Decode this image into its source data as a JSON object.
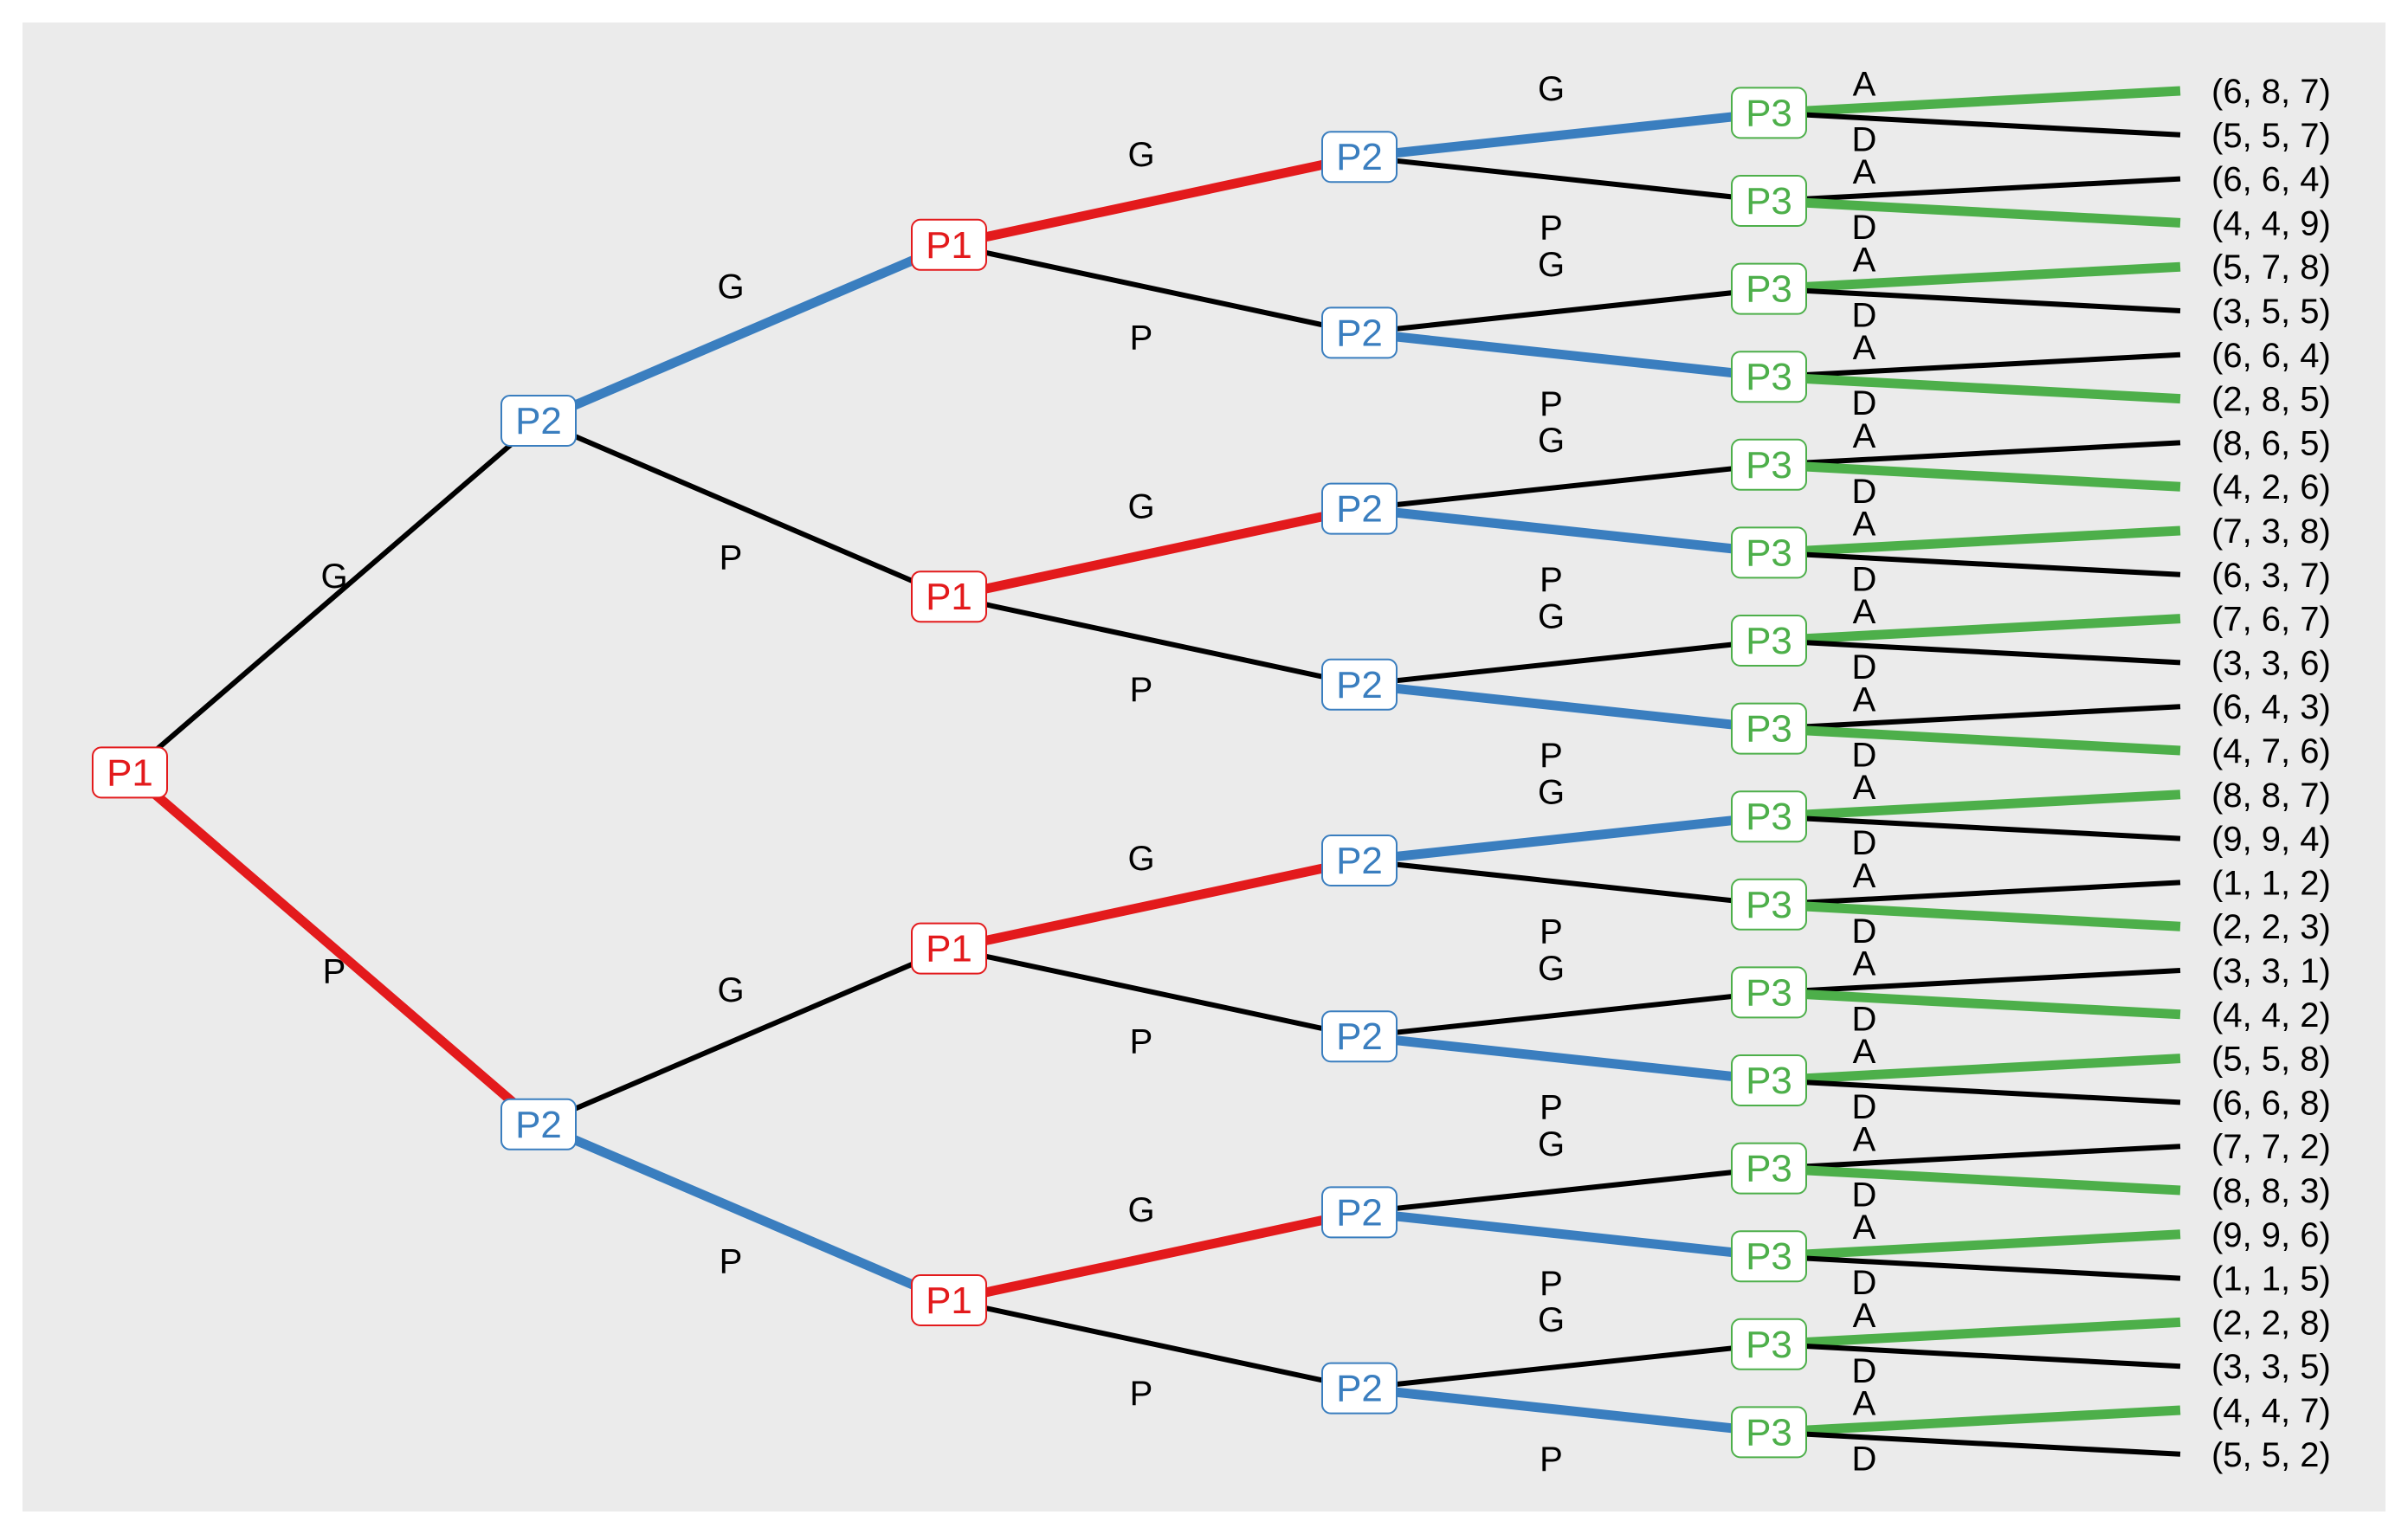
{
  "colors": {
    "background": "#ebebeb",
    "P1": "#e31a1c",
    "P2": "#3a7ebf",
    "P3": "#4daf4a",
    "edge": "#000000"
  },
  "tree": {
    "player": "P1",
    "children": [
      {
        "action": "G",
        "node": {
          "player": "P2",
          "children": [
            {
              "action": "G",
              "node": {
                "player": "P1",
                "children": [
                  {
                    "action": "G",
                    "node": {
                      "player": "P2",
                      "children": [
                        {
                          "action": "G",
                          "node": {
                            "player": "P3",
                            "children": [
                              {
                                "action": "A",
                                "payoff": "(6, 8, 7)"
                              },
                              {
                                "action": "D",
                                "payoff": "(5, 5, 7)"
                              }
                            ]
                          }
                        },
                        {
                          "action": "P",
                          "node": {
                            "player": "P3",
                            "children": [
                              {
                                "action": "A",
                                "payoff": "(6, 6, 4)"
                              },
                              {
                                "action": "D",
                                "payoff": "(4, 4, 9)"
                              }
                            ]
                          }
                        }
                      ]
                    }
                  },
                  {
                    "action": "P",
                    "node": {
                      "player": "P2",
                      "children": [
                        {
                          "action": "G",
                          "node": {
                            "player": "P3",
                            "children": [
                              {
                                "action": "A",
                                "payoff": "(5, 7, 8)"
                              },
                              {
                                "action": "D",
                                "payoff": "(3, 5, 5)"
                              }
                            ]
                          }
                        },
                        {
                          "action": "P",
                          "node": {
                            "player": "P3",
                            "children": [
                              {
                                "action": "A",
                                "payoff": "(6, 6, 4)"
                              },
                              {
                                "action": "D",
                                "payoff": "(2, 8, 5)"
                              }
                            ]
                          }
                        }
                      ]
                    }
                  }
                ]
              }
            },
            {
              "action": "P",
              "node": {
                "player": "P1",
                "children": [
                  {
                    "action": "G",
                    "node": {
                      "player": "P2",
                      "children": [
                        {
                          "action": "G",
                          "node": {
                            "player": "P3",
                            "children": [
                              {
                                "action": "A",
                                "payoff": "(8, 6, 5)"
                              },
                              {
                                "action": "D",
                                "payoff": "(4, 2, 6)"
                              }
                            ]
                          }
                        },
                        {
                          "action": "P",
                          "node": {
                            "player": "P3",
                            "children": [
                              {
                                "action": "A",
                                "payoff": "(7, 3, 8)"
                              },
                              {
                                "action": "D",
                                "payoff": "(6, 3, 7)"
                              }
                            ]
                          }
                        }
                      ]
                    }
                  },
                  {
                    "action": "P",
                    "node": {
                      "player": "P2",
                      "children": [
                        {
                          "action": "G",
                          "node": {
                            "player": "P3",
                            "children": [
                              {
                                "action": "A",
                                "payoff": "(7, 6, 7)"
                              },
                              {
                                "action": "D",
                                "payoff": "(3, 3, 6)"
                              }
                            ]
                          }
                        },
                        {
                          "action": "P",
                          "node": {
                            "player": "P3",
                            "children": [
                              {
                                "action": "A",
                                "payoff": "(6, 4, 3)"
                              },
                              {
                                "action": "D",
                                "payoff": "(4, 7, 6)"
                              }
                            ]
                          }
                        }
                      ]
                    }
                  }
                ]
              }
            }
          ]
        }
      },
      {
        "action": "P",
        "node": {
          "player": "P2",
          "children": [
            {
              "action": "G",
              "node": {
                "player": "P1",
                "children": [
                  {
                    "action": "G",
                    "node": {
                      "player": "P2",
                      "children": [
                        {
                          "action": "G",
                          "node": {
                            "player": "P3",
                            "children": [
                              {
                                "action": "A",
                                "payoff": "(8, 8, 7)"
                              },
                              {
                                "action": "D",
                                "payoff": "(9, 9, 4)"
                              }
                            ]
                          }
                        },
                        {
                          "action": "P",
                          "node": {
                            "player": "P3",
                            "children": [
                              {
                                "action": "A",
                                "payoff": "(1, 1, 2)"
                              },
                              {
                                "action": "D",
                                "payoff": "(2, 2, 3)"
                              }
                            ]
                          }
                        }
                      ]
                    }
                  },
                  {
                    "action": "P",
                    "node": {
                      "player": "P2",
                      "children": [
                        {
                          "action": "G",
                          "node": {
                            "player": "P3",
                            "children": [
                              {
                                "action": "A",
                                "payoff": "(3, 3, 1)"
                              },
                              {
                                "action": "D",
                                "payoff": "(4, 4, 2)"
                              }
                            ]
                          }
                        },
                        {
                          "action": "P",
                          "node": {
                            "player": "P3",
                            "children": [
                              {
                                "action": "A",
                                "payoff": "(5, 5, 8)"
                              },
                              {
                                "action": "D",
                                "payoff": "(6, 6, 8)"
                              }
                            ]
                          }
                        }
                      ]
                    }
                  }
                ]
              }
            },
            {
              "action": "P",
              "node": {
                "player": "P1",
                "children": [
                  {
                    "action": "G",
                    "node": {
                      "player": "P2",
                      "children": [
                        {
                          "action": "G",
                          "node": {
                            "player": "P3",
                            "children": [
                              {
                                "action": "A",
                                "payoff": "(7, 7, 2)"
                              },
                              {
                                "action": "D",
                                "payoff": "(8, 8, 3)"
                              }
                            ]
                          }
                        },
                        {
                          "action": "P",
                          "node": {
                            "player": "P3",
                            "children": [
                              {
                                "action": "A",
                                "payoff": "(9, 9, 6)"
                              },
                              {
                                "action": "D",
                                "payoff": "(1, 1, 5)"
                              }
                            ]
                          }
                        }
                      ]
                    }
                  },
                  {
                    "action": "P",
                    "node": {
                      "player": "P2",
                      "children": [
                        {
                          "action": "G",
                          "node": {
                            "player": "P3",
                            "children": [
                              {
                                "action": "A",
                                "payoff": "(2, 2, 8)"
                              },
                              {
                                "action": "D",
                                "payoff": "(3, 3, 5)"
                              }
                            ]
                          }
                        },
                        {
                          "action": "P",
                          "node": {
                            "player": "P3",
                            "children": [
                              {
                                "action": "A",
                                "payoff": "(4, 4, 7)"
                              },
                              {
                                "action": "D",
                                "payoff": "(5, 5, 2)"
                              }
                            ]
                          }
                        }
                      ]
                    }
                  }
                ]
              }
            }
          ]
        }
      }
    ]
  }
}
